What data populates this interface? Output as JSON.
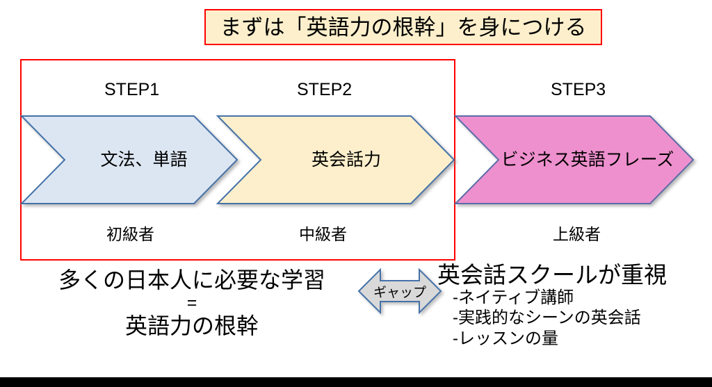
{
  "title": {
    "text": "まずは「英語力の根幹」を身につける",
    "background": "#FDEFCB",
    "border_color": "#FF0000"
  },
  "frame": {
    "border_color": "#FF0000"
  },
  "steps": [
    {
      "heading": "STEP1",
      "label": "文法、単語",
      "level": "初級者",
      "fill": "#DCE6F2",
      "stroke": "#4472A8"
    },
    {
      "heading": "STEP2",
      "label": "英会話力",
      "level": "中級者",
      "fill": "#FDEFCB",
      "stroke": "#4472A8"
    },
    {
      "heading": "STEP3",
      "label": "ビジネス英語フレーズ",
      "level": "上級者",
      "fill": "#EE90CE",
      "stroke": "#5B6CA8"
    }
  ],
  "left_block": {
    "line1": "多くの日本人に必要な学習",
    "equals": "=",
    "line2": "英語力の根幹"
  },
  "gap_arrow": {
    "label": "ギャップ",
    "fill": "#D9D9D9",
    "stroke": "#4472A8"
  },
  "right_block": {
    "title": "英会話スクールが重視",
    "items": [
      "-ネイティブ講師",
      "-実践的なシーンの英会話",
      "-レッスンの量"
    ]
  },
  "bottom_bar": {
    "color": "#000000"
  }
}
